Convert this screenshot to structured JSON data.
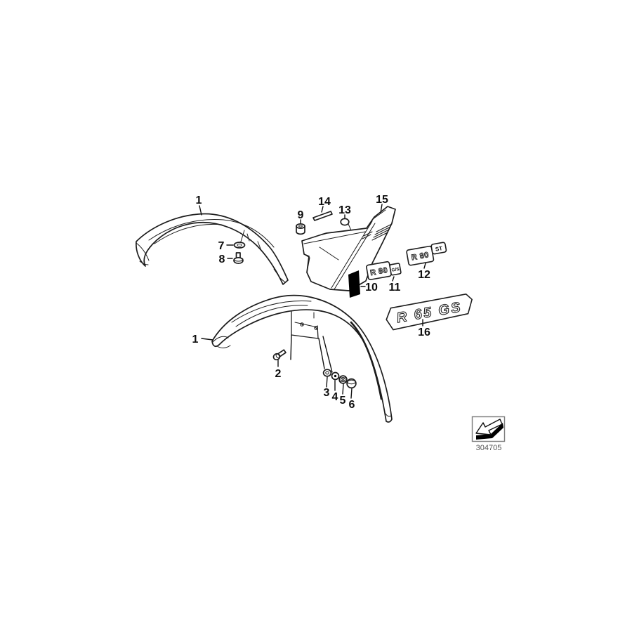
{
  "diagram": {
    "doc_number": "304705",
    "callouts": {
      "c1_upper": "1",
      "c1_lower": "1",
      "c2": "2",
      "c3": "3",
      "c4": "4",
      "c5": "5",
      "c6": "6",
      "c7": "7",
      "c8": "8",
      "c9": "9",
      "c10": "10",
      "c11": "11",
      "c12": "12",
      "c13": "13",
      "c14": "14",
      "c15": "15",
      "c16": "16"
    },
    "badges": {
      "r80gs_main": "R 80",
      "r80gs_suffix": "G/S",
      "r80st_main": "R 80",
      "r80st_suffix": "ST",
      "r65gs": "R 65 GS"
    },
    "colors": {
      "line": "#1c1c1c",
      "background": "#ffffff",
      "decal_fill": "#000000",
      "legend_border": "#7a7a7a",
      "doc_number_text": "#555555"
    }
  }
}
